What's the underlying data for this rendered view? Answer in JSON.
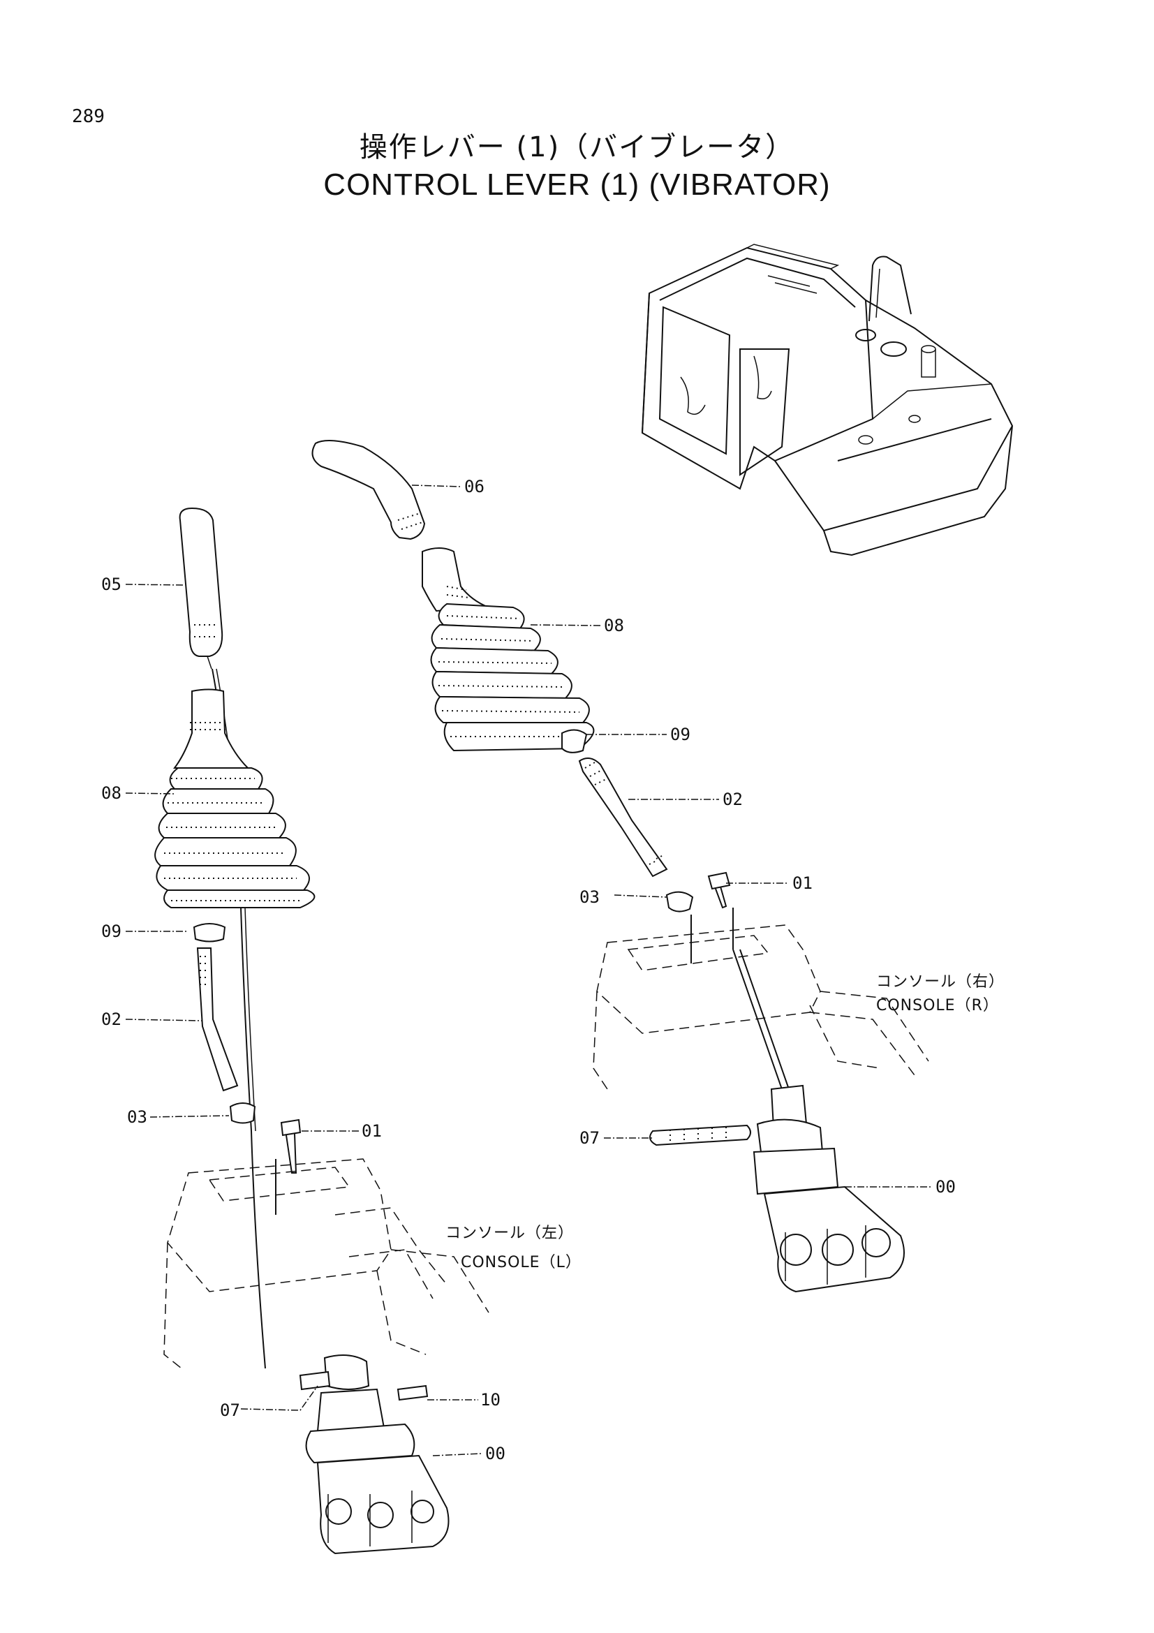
{
  "page_number": "289",
  "title_jp": "操作レバー (1)（バイブレータ）",
  "title_en": "CONTROL LEVER (1) (VIBRATOR)",
  "callouts_left": [
    {
      "id": "left-05",
      "label": "05"
    },
    {
      "id": "left-08",
      "label": "08"
    },
    {
      "id": "left-09",
      "label": "09"
    },
    {
      "id": "left-02",
      "label": "02"
    },
    {
      "id": "left-03",
      "label": "03"
    },
    {
      "id": "left-01",
      "label": "01"
    },
    {
      "id": "left-07",
      "label": "07"
    },
    {
      "id": "left-10",
      "label": "10"
    },
    {
      "id": "left-00",
      "label": "00"
    }
  ],
  "callouts_right": [
    {
      "id": "right-06",
      "label": "06"
    },
    {
      "id": "right-08",
      "label": "08"
    },
    {
      "id": "right-09",
      "label": "09"
    },
    {
      "id": "right-02",
      "label": "02"
    },
    {
      "id": "right-03",
      "label": "03"
    },
    {
      "id": "right-01",
      "label": "01"
    },
    {
      "id": "right-07",
      "label": "07"
    },
    {
      "id": "right-00",
      "label": "00"
    }
  ],
  "console_left": {
    "jp": "コンソール（左）",
    "en": "CONSOLE（L）"
  },
  "console_right": {
    "jp": "コンソール（右）",
    "en": "CONSOLE（R）"
  }
}
